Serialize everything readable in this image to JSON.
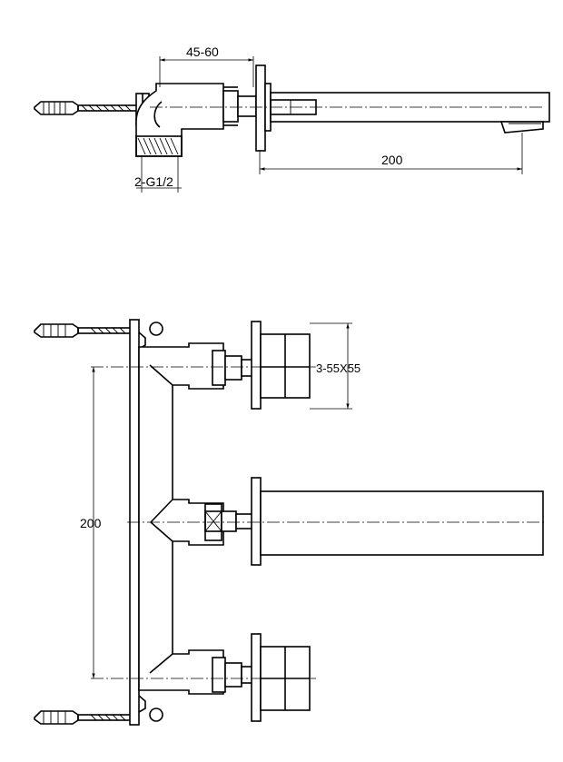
{
  "side_view": {
    "dim_top": "45-60",
    "dim_length": "200",
    "thread_label": "2-G1/2"
  },
  "front_view": {
    "dim_handle": "3-55X55",
    "dim_spacing": "200"
  }
}
